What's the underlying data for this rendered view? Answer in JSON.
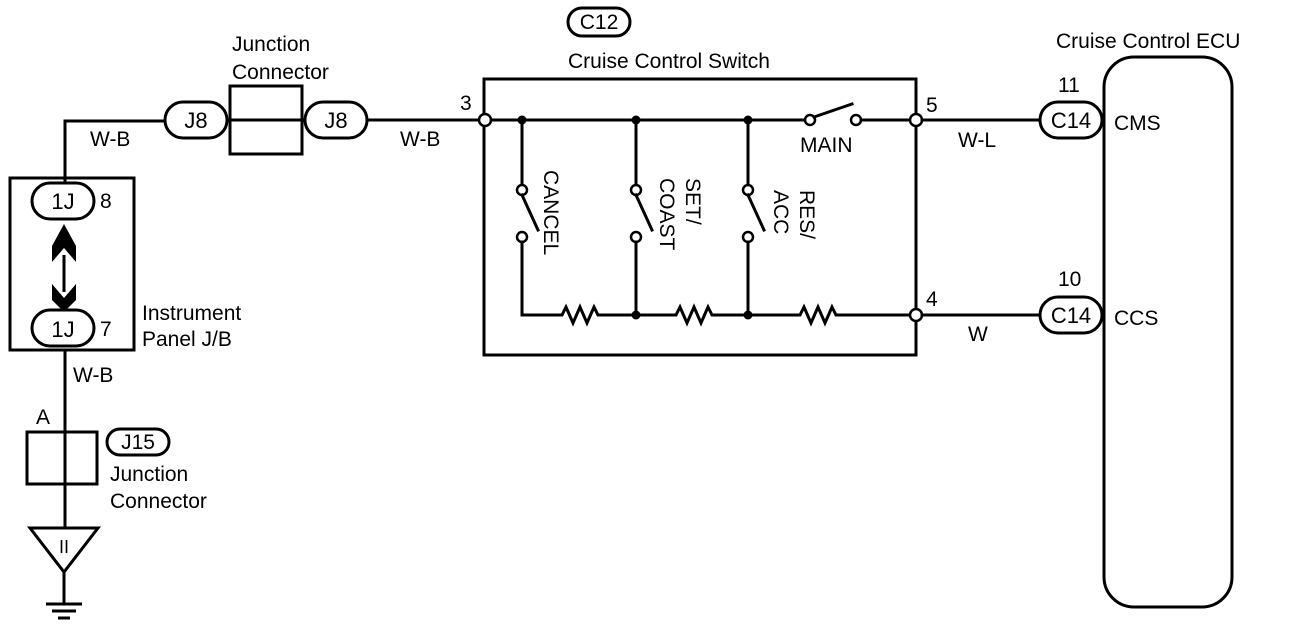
{
  "ground_side": {
    "wire_top": "W-B",
    "wire_bottom": "W-B",
    "jb_connector_top": "1J",
    "jb_pin_top": "8",
    "jb_connector_bottom": "1J",
    "jb_pin_bottom": "7",
    "jb_label_line1": "Instrument",
    "jb_label_line2": "Panel J/B",
    "j15_code": "J15",
    "j15_pin": "A",
    "j15_label_line1": "Junction",
    "j15_label_line2": "Connector",
    "ground_code": "II"
  },
  "junction_connector_j8": {
    "label_line1": "Junction",
    "label_line2": "Connector",
    "left_code": "J8",
    "right_code": "J8",
    "wire_after": "W-B"
  },
  "switch": {
    "code": "C12",
    "title": "Cruise Control Switch",
    "pin_in": "3",
    "pin_main_out": "5",
    "pin_bottom_out": "4",
    "main_label": "MAIN",
    "cancel_label": "CANCEL",
    "set_label_line1": "SET/",
    "set_label_line2": "COAST",
    "res_label_line1": "RES/",
    "res_label_line2": "ACC"
  },
  "ecu": {
    "title": "Cruise Control ECU",
    "pin_top_num": "11",
    "pin_top_conn": "C14",
    "pin_top_name": "CMS",
    "wire_top": "W-L",
    "pin_bottom_num": "10",
    "pin_bottom_conn": "C14",
    "pin_bottom_name": "CCS",
    "wire_bottom": "W"
  }
}
